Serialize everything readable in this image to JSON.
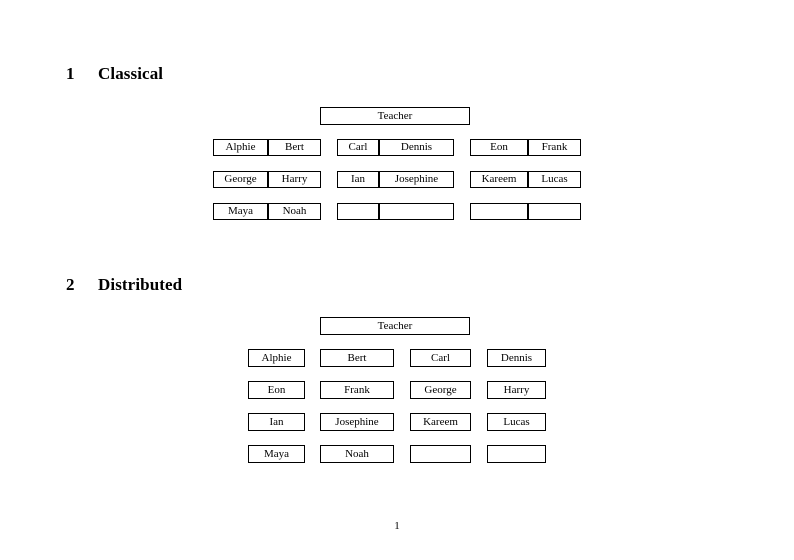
{
  "document": {
    "page_number": "1"
  },
  "sections": [
    {
      "number": "1",
      "title": "Classical",
      "teacher_label": "Teacher",
      "layout": "grouped-pairs",
      "groups": [
        {
          "rows": [
            [
              "Alphie",
              "Bert"
            ],
            [
              "George",
              "Harry"
            ],
            [
              "Maya",
              "Noah"
            ]
          ]
        },
        {
          "rows": [
            [
              "Carl",
              "Dennis"
            ],
            [
              "Ian",
              "Josephine"
            ],
            [
              "",
              ""
            ]
          ]
        },
        {
          "rows": [
            [
              "Eon",
              "Frank"
            ],
            [
              "Kareem",
              "Lucas"
            ],
            [
              "",
              ""
            ]
          ]
        }
      ]
    },
    {
      "number": "2",
      "title": "Distributed",
      "teacher_label": "Teacher",
      "layout": "separate-desks",
      "rows": [
        [
          "Alphie",
          "Bert",
          "Carl",
          "Dennis"
        ],
        [
          "Eon",
          "Frank",
          "George",
          "Harry"
        ],
        [
          "Ian",
          "Josephine",
          "Kareem",
          "Lucas"
        ],
        [
          "Maya",
          "Noah",
          "",
          ""
        ]
      ]
    }
  ],
  "colors": {
    "page_background": "#ffffff",
    "text": "#000000",
    "box_border": "#000000"
  }
}
